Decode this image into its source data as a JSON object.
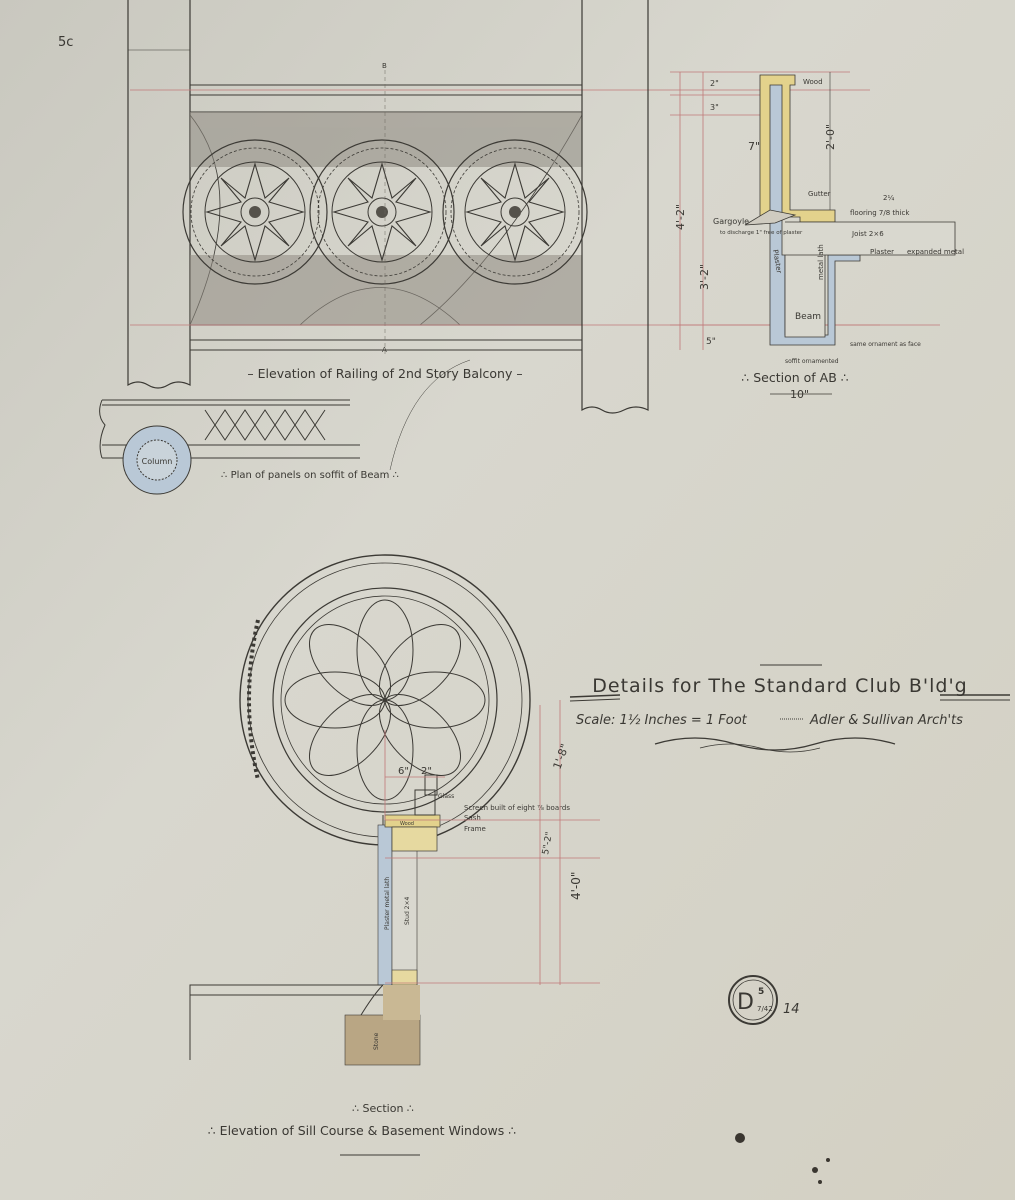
{
  "sheet": {
    "corner_mark": "5c",
    "title": "Details for The Standard Club B'ld'g",
    "scale_line": "Scale: 1½ Inches = 1 Foot",
    "architects": "Adler & Sullivan Arch'ts",
    "stamp_letter": "D",
    "stamp_number": "5",
    "stamp_fraction": "7/42",
    "sheet_number": "14"
  },
  "railing": {
    "caption": "– Elevation of Railing of 2nd Story Balcony –",
    "mark_b": "B",
    "mark_a": "A"
  },
  "soffit_plan": {
    "caption": "∴ Plan of panels on soffit of Beam ∴",
    "column_label": "Column"
  },
  "section_ab": {
    "caption": "∴ Section of AB ∴",
    "labels": {
      "wood": "Wood",
      "gutter": "Gutter",
      "gargoyle": "Gargoyle",
      "gargoyle_note": "to discharge 1\" free of plaster",
      "flooring": "flooring 7/8 thick",
      "joist": "Joist 2×6",
      "plaster": "Plaster",
      "plaster_ceiling": "Plaster",
      "expanded_metal": "expanded metal",
      "beam": "Beam",
      "metal_lath": "metal lath",
      "ornament_note": "same ornament as face",
      "soffit_note": "soffit ornamented",
      "note_24": "2¼"
    },
    "dimensions": {
      "total": "4'-2\"",
      "upper": "2'-0\"",
      "lower": "3'-2\"",
      "top": "2\"",
      "second": "3\"",
      "bottom": "5\"",
      "wall": "7\"",
      "width": "10\""
    }
  },
  "sill": {
    "caption_section": "∴ Section ∴",
    "caption_elevation": "∴ Elevation of Sill Course & Basement Windows ∴",
    "labels": {
      "glass": "Glass",
      "screen": "Screen built of eight ⅞ boards",
      "sash": "Sash",
      "frame": "Frame",
      "wood": "Wood",
      "plaster": "Plaster metal lath",
      "stud": "Stud 2×4",
      "stone": "Stone"
    },
    "dimensions": {
      "d6": "6\"",
      "d2": "2\"",
      "d18": "1'-8\"",
      "d52": "5\"-2\"",
      "d40": "4'-0\""
    }
  },
  "colors": {
    "paper": "#d6d4ca",
    "ink": "#3c3a35",
    "dimension_red": "#c07878",
    "plaster_blue": "#b9c8d6",
    "wood_yellow": "#e3d28c",
    "stone_tan": "#b9a684"
  }
}
